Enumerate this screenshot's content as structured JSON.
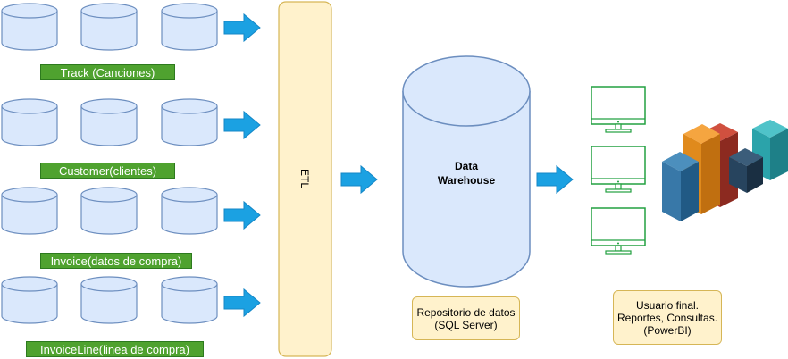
{
  "sources": [
    {
      "label": "Track (Canciones)"
    },
    {
      "label": "Customer(clientes)"
    },
    {
      "label": "Invoice(datos de compra)"
    },
    {
      "label": "InvoiceLine(linea de compra)"
    }
  ],
  "etl": {
    "label": "ETL"
  },
  "warehouse": {
    "line1": "Data",
    "line2": "Warehouse"
  },
  "repo_note": {
    "line1": "Repositorio de datos",
    "line2": "(SQL Server)"
  },
  "user_note": {
    "line1": "Usuario final.",
    "line2": "Reportes, Consultas.",
    "line3": "(PowerBI)"
  },
  "icons": [
    "database-icon",
    "arrow-right-icon",
    "monitor-icon",
    "bar-chart-3d-icon"
  ],
  "colors": {
    "db_fill": "#dae8fc",
    "db_stroke": "#6c8ebf",
    "label_green": "#4fa22f",
    "arrow": "#1ba1e2",
    "note_fill": "#fff2cc",
    "note_stroke": "#d6b656",
    "monitor": "#22a040"
  }
}
